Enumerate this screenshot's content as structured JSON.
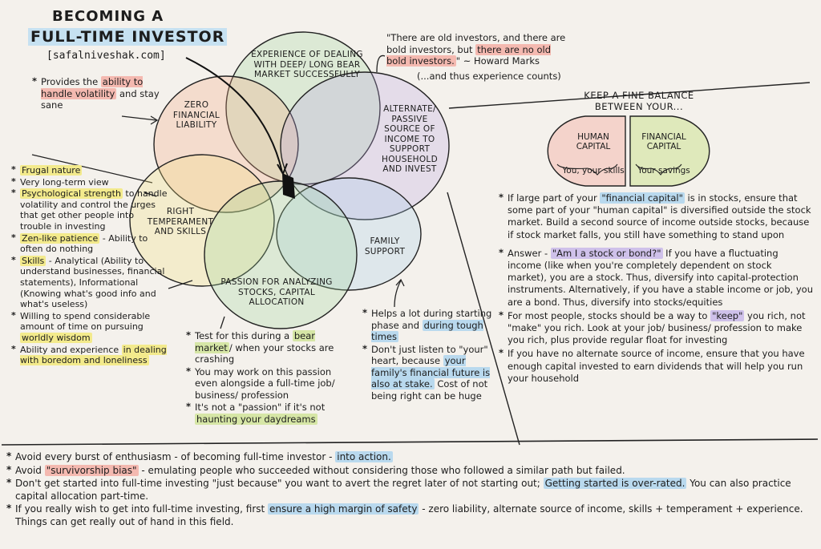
{
  "title": {
    "line1": "BECOMING A",
    "line2": "FULL-TIME INVESTOR",
    "site": "[safalniveshak.com]"
  },
  "colors": {
    "yellow": "#f3ea8c",
    "pink": "#f4b9b0",
    "blue": "#b9d9ee",
    "green": "#d6e6a6",
    "purple": "#cfc1ea",
    "orange": "#f7c99a"
  },
  "circles": {
    "experience": "EXPERIENCE OF DEALING WITH DEEP/ LONG BEAR MARKET SUCCESSFULLY",
    "zero_liability": "ZERO FINANCIAL LIABILITY",
    "alternate": "ALTERNATE/ PASSIVE SOURCE OF INCOME TO SUPPORT HOUSEHOLD AND INVEST",
    "temperament": "RIGHT TEMPERAMENT AND SKILLS",
    "family": "FAMILY SUPPORT",
    "passion": "PASSION FOR ANALYZING STOCKS, CAPITAL ALLOCATION"
  },
  "quote": {
    "text_a": "\"There are old investors, and there are bold investors, but ",
    "text_hl": "there are no old bold investors.",
    "text_b": "\" ~ Howard Marks",
    "note": "(...and thus experience counts)"
  },
  "zero_liability_note": {
    "pre": "Provides the ",
    "hl1": "ability to handle volatility",
    "post": " and stay sane"
  },
  "temperament_notes": {
    "items": [
      {
        "hl": "Frugal nature",
        "text": ""
      },
      {
        "hl": "",
        "text": "Very long-term view"
      },
      {
        "hl": "Psychological strength",
        "text": " to handle volatility and control the urges that get other people into trouble in investing"
      },
      {
        "hl": "Zen-like patience",
        "text": " - Ability to often do nothing"
      },
      {
        "hl": "Skills",
        "text": " - Analytical (Ability to understand businesses, financial statements), Informational (Knowing what's good info and what's useless)"
      },
      {
        "hl": "worldly wisdom",
        "pre": "Willing to spend considerable amount of time on pursuing ",
        "text": ""
      },
      {
        "hl": "in dealing with boredom and loneliness",
        "pre": "Ability and experience ",
        "text": ""
      }
    ]
  },
  "passion_notes": {
    "items": [
      {
        "pre": "Test for this during a ",
        "hl": "bear market",
        "text": "/ when your stocks are crashing"
      },
      {
        "pre": "",
        "hl": "",
        "text": "You may work on this passion even alongside a full-time job/ business/ profession"
      },
      {
        "pre": "It's not a \"passion\" if it's not ",
        "hl": "haunting your daydreams",
        "text": ""
      }
    ]
  },
  "family_notes": {
    "items": [
      {
        "pre": "Helps a lot during starting phase and ",
        "hl": "during tough times",
        "text": ""
      },
      {
        "pre": "Don't just listen to \"your\" heart, because ",
        "hl": "your family's financial future is also at stake.",
        "text": " Cost of not being right can be huge"
      }
    ]
  },
  "balance": {
    "heading": "KEEP A FINE BALANCE BETWEEN YOUR...",
    "human_title": "HUMAN CAPITAL",
    "human_sub": "You, your skills",
    "financial_title": "FINANCIAL CAPITAL",
    "financial_sub": "Your savings"
  },
  "right_notes": {
    "items": [
      {
        "pre": "If large part of your ",
        "hl": "\"financial capital\"",
        "text": " is in stocks, ensure that some part of your \"human capital\" is diversified outside the stock market. Build a second source of income outside stocks, because if stock market falls, you still have something to stand upon"
      },
      {
        "pre": "Answer - ",
        "hl": "\"Am I a stock or bond?\"",
        "text": " If you have a fluctuating income (like when you're completely dependent on stock market), you are a stock. Thus, diversify into capital-protection instruments. Alternatively, if you have a stable income or job, you are a bond. Thus, diversify into stocks/equities"
      },
      {
        "pre": "For most people, stocks should be a way to ",
        "hl": "\"keep\"",
        "text": " you rich, not \"make\" you rich. Look at your job/ business/ profession to make you rich, plus provide regular float for investing"
      },
      {
        "pre": "",
        "hl": "",
        "text": "If you have no alternate source of income, ensure that you have enough capital invested to earn dividends that will help you run your household"
      }
    ]
  },
  "bottom_notes": {
    "items": [
      {
        "pre": "Avoid every burst of enthusiasm - of becoming full-time investor - ",
        "hl": "into action.",
        "text": ""
      },
      {
        "pre": "Avoid ",
        "hl": "\"survivorship bias\"",
        "text": " - emulating people who succeeded without considering those who followed a similar path but failed."
      },
      {
        "pre": "Don't get started into full-time investing \"just because\" you want to avert the regret later of not starting out; ",
        "hl": "Getting started is over-rated.",
        "text": " You can also practice capital allocation part-time."
      },
      {
        "pre": "If you really wish to get into full-time investing, first ",
        "hl": "ensure a high margin of safety",
        "text": " - zero liability, alternate source of income, skills + temperament + experience. Things can get really out of hand in this field."
      }
    ]
  }
}
